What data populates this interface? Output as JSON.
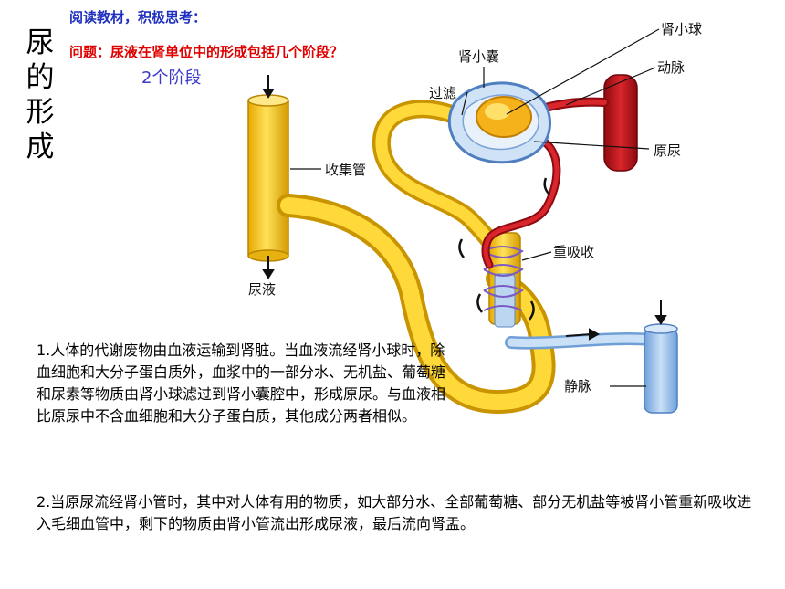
{
  "side_title": [
    "尿",
    "的",
    "形",
    "成"
  ],
  "prompt": "阅读教材，积极思考：",
  "question": "问题：尿液在肾单位中的形成包括几个阶段？",
  "answer": "2个阶段",
  "diagram_labels": {
    "glomerulus": "肾小球",
    "capsule": "肾小囊",
    "artery": "动脉",
    "filtration": "过滤",
    "primary_urine": "原尿",
    "collecting_duct": "收集管",
    "reabsorption": "重吸收",
    "urine": "尿液",
    "vein": "静脉"
  },
  "paragraphs": {
    "p1": "1.人体的代谢废物由血液运输到肾脏。当血液流经肾小球时，除血细胞和大分子蛋白质外，血浆中的一部分水、无机盐、葡萄糖和尿素等物质由肾小球滤过到肾小囊腔中，形成原尿。与血液相比原尿中不含血细胞和大分子蛋白质，其他成分两者相似。",
    "p2": "2.当原尿流经肾小管时，其中对人体有用的物质，如大部分水、全部葡萄糖、部分无机盐等被肾小管重新吸收进入毛细血管中，剩下的物质由肾小管流出形成尿液，最后流向肾盂。"
  },
  "colors": {
    "tubule": "#f2c21b",
    "tubule_dark": "#c89400",
    "blood": "#c2121a",
    "vein": "#9cc3ec",
    "question": "#e00000",
    "prompt": "#1f2fbf"
  }
}
